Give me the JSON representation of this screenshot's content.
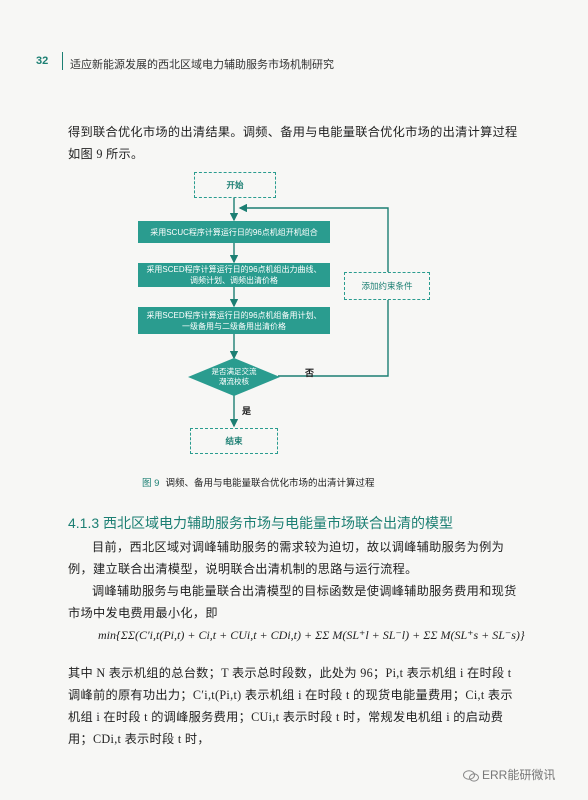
{
  "header": {
    "page_number": "32",
    "running_title": "适应新能源发展的西北区域电力辅助服务市场机制研究"
  },
  "intro_text": "得到联合优化市场的出清结果。调频、备用与电能量联合优化市场的出清计算过程如图 9 所示。",
  "flowchart": {
    "start": "开始",
    "step1": "采用SCUC程序计算运行日的96点机组开机组合",
    "step2": "采用SCED程序计算运行日的96点机组出力曲线、调频计划、调频出清价格",
    "step3": "采用SCED程序计算运行日的96点机组备用计划、一级备用与二级备用出清价格",
    "decision": "是否满足交流潮流校核",
    "yes": "是",
    "no": "否",
    "add_constraint": "添加约束条件",
    "end": "结束",
    "colors": {
      "box": "#2a9c8f",
      "line": "#1c7f73"
    }
  },
  "caption": {
    "figure": "图 9",
    "text": "调频、备用与电能量联合优化市场的出清计算过程"
  },
  "section_title": "4.1.3 西北区域电力辅助服务市场与电能量市场联合出清的模型",
  "para2": "目前，西北区域对调峰辅助服务的需求较为迫切，故以调峰辅助服务为例为例，建立联合出清模型，说明联合出清机制的思路与运行流程。",
  "para3": "调峰辅助服务与电能量联合出清模型的目标函数是使调峰辅助服务费用和现货市场中发电费用最小化，即",
  "formula": "min{ΣΣ(C′i,t(Pi,t) + Ci,t + CUi,t + CDi,t) + ΣΣ M(SL⁺l + SL⁻l) + ΣΣ M(SL⁺s + SL⁻s)}",
  "para4": "其中 N 表示机组的总台数；T 表示总时段数，此处为 96；Pi,t 表示机组 i 在时段 t 调峰前的原有功出力；C′i,t(Pi,t) 表示机组 i 在时段 t 的现货电能量费用；Ci,t 表示机组 i 在时段 t 的调峰服务费用；CUi,t 表示时段 t 时，常规发电机组 i 的启动费用；CDi,t 表示时段 t 时，",
  "watermark": "ERR能研微讯"
}
